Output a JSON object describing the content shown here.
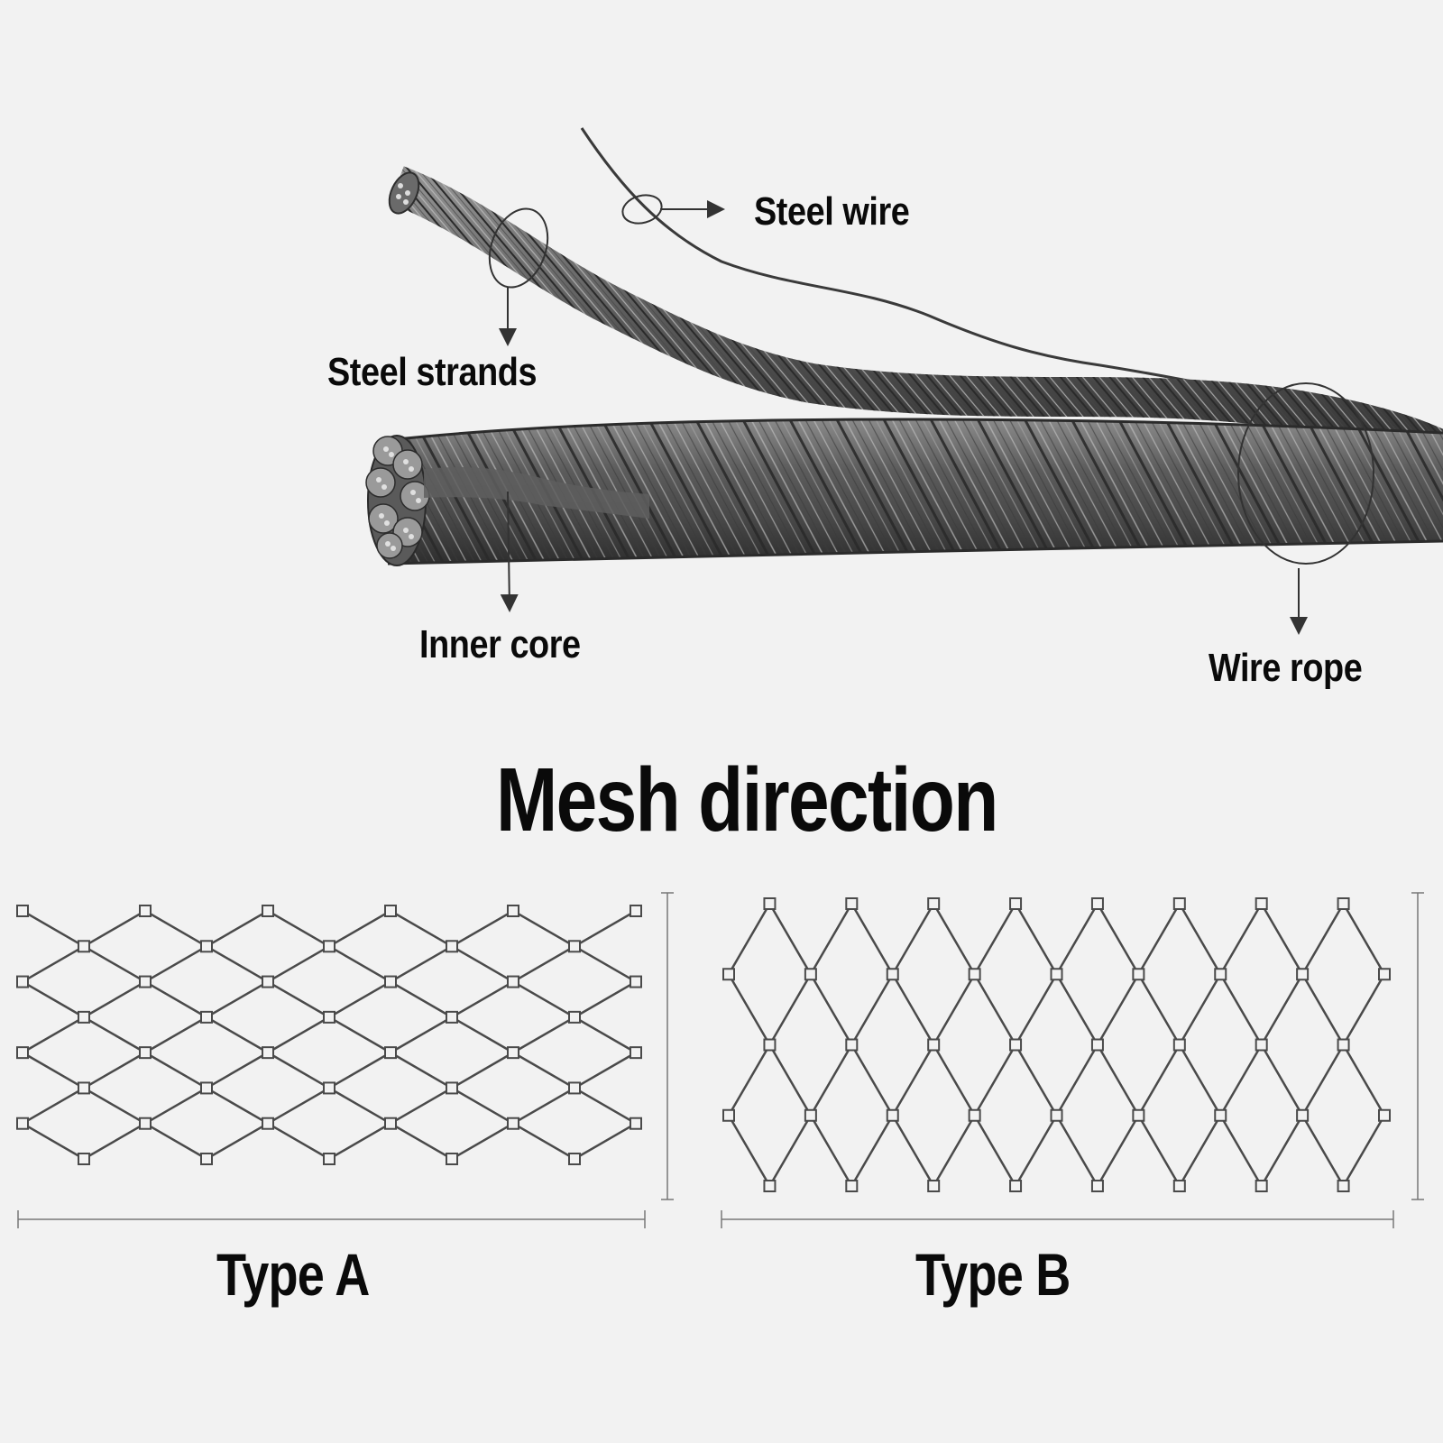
{
  "colors": {
    "background": "#f2f2f2",
    "text": "#0a0a0a",
    "rope_dark": "#3a3a3a",
    "rope_mid": "#6e6e6e",
    "rope_light": "#b4b4b4",
    "mesh_line": "#4a4a4a"
  },
  "rope_parts": {
    "steel_wire": "Steel wire",
    "steel_strands": "Steel strands",
    "inner_core": "Inner core",
    "wire_rope": "Wire rope"
  },
  "mesh": {
    "title": "Mesh direction",
    "type_a": "Type A",
    "type_b": "Type B"
  }
}
